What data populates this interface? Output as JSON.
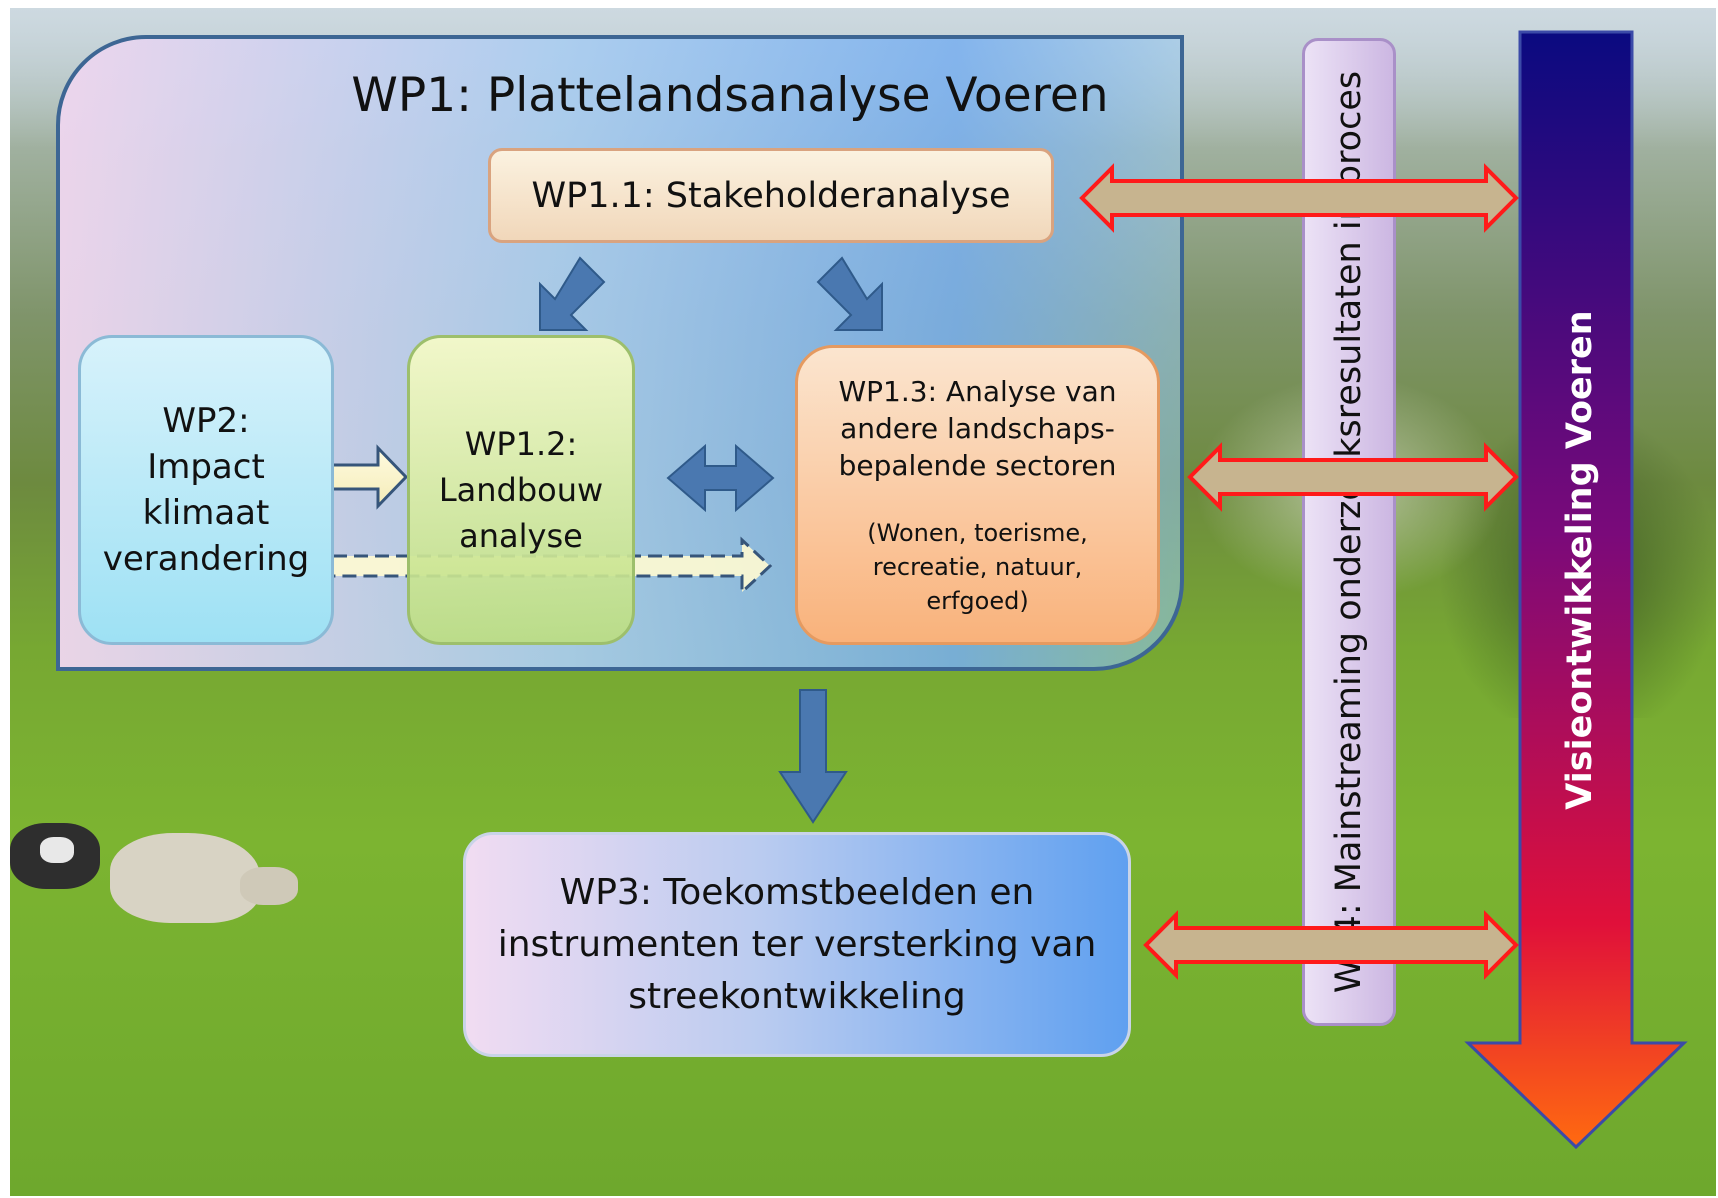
{
  "wp1": {
    "title": "WP1: Plattelandsanalyse Voeren"
  },
  "wp1_1": {
    "label": "WP1.1: Stakeholderanalyse"
  },
  "wp2": {
    "lines": [
      "WP2:",
      "Impact",
      "klimaat",
      "verandering"
    ]
  },
  "wp1_2": {
    "lines": [
      "WP1.2:",
      "Landbouw",
      "analyse"
    ]
  },
  "wp1_3": {
    "lines": [
      "WP1.3: Analyse van",
      "andere landschaps-",
      "bepalende sectoren"
    ],
    "sub_lines": [
      "(Wonen, toerisme,",
      "recreatie, natuur,",
      "erfgoed)"
    ]
  },
  "wp3": {
    "lines": [
      "WP3: Toekomstbeelden en",
      "instrumenten ter versterking van",
      "streekontwikkeling"
    ]
  },
  "wp4": {
    "label": "WP4: Mainstreaming onderzoeksresultaten in proces"
  },
  "visie": {
    "label": "Visieontwikkeling Voeren"
  },
  "colors": {
    "panel_border": "#3d6694",
    "blue_arrow": "#4a78b0",
    "red_outline": "#ff1a1a",
    "tan_fill": "#c7b48f",
    "visie_top": "#0a0a80",
    "visie_bottom": "#ff1a10"
  },
  "icons": [
    "arrow-icon",
    "double-arrow-icon"
  ]
}
